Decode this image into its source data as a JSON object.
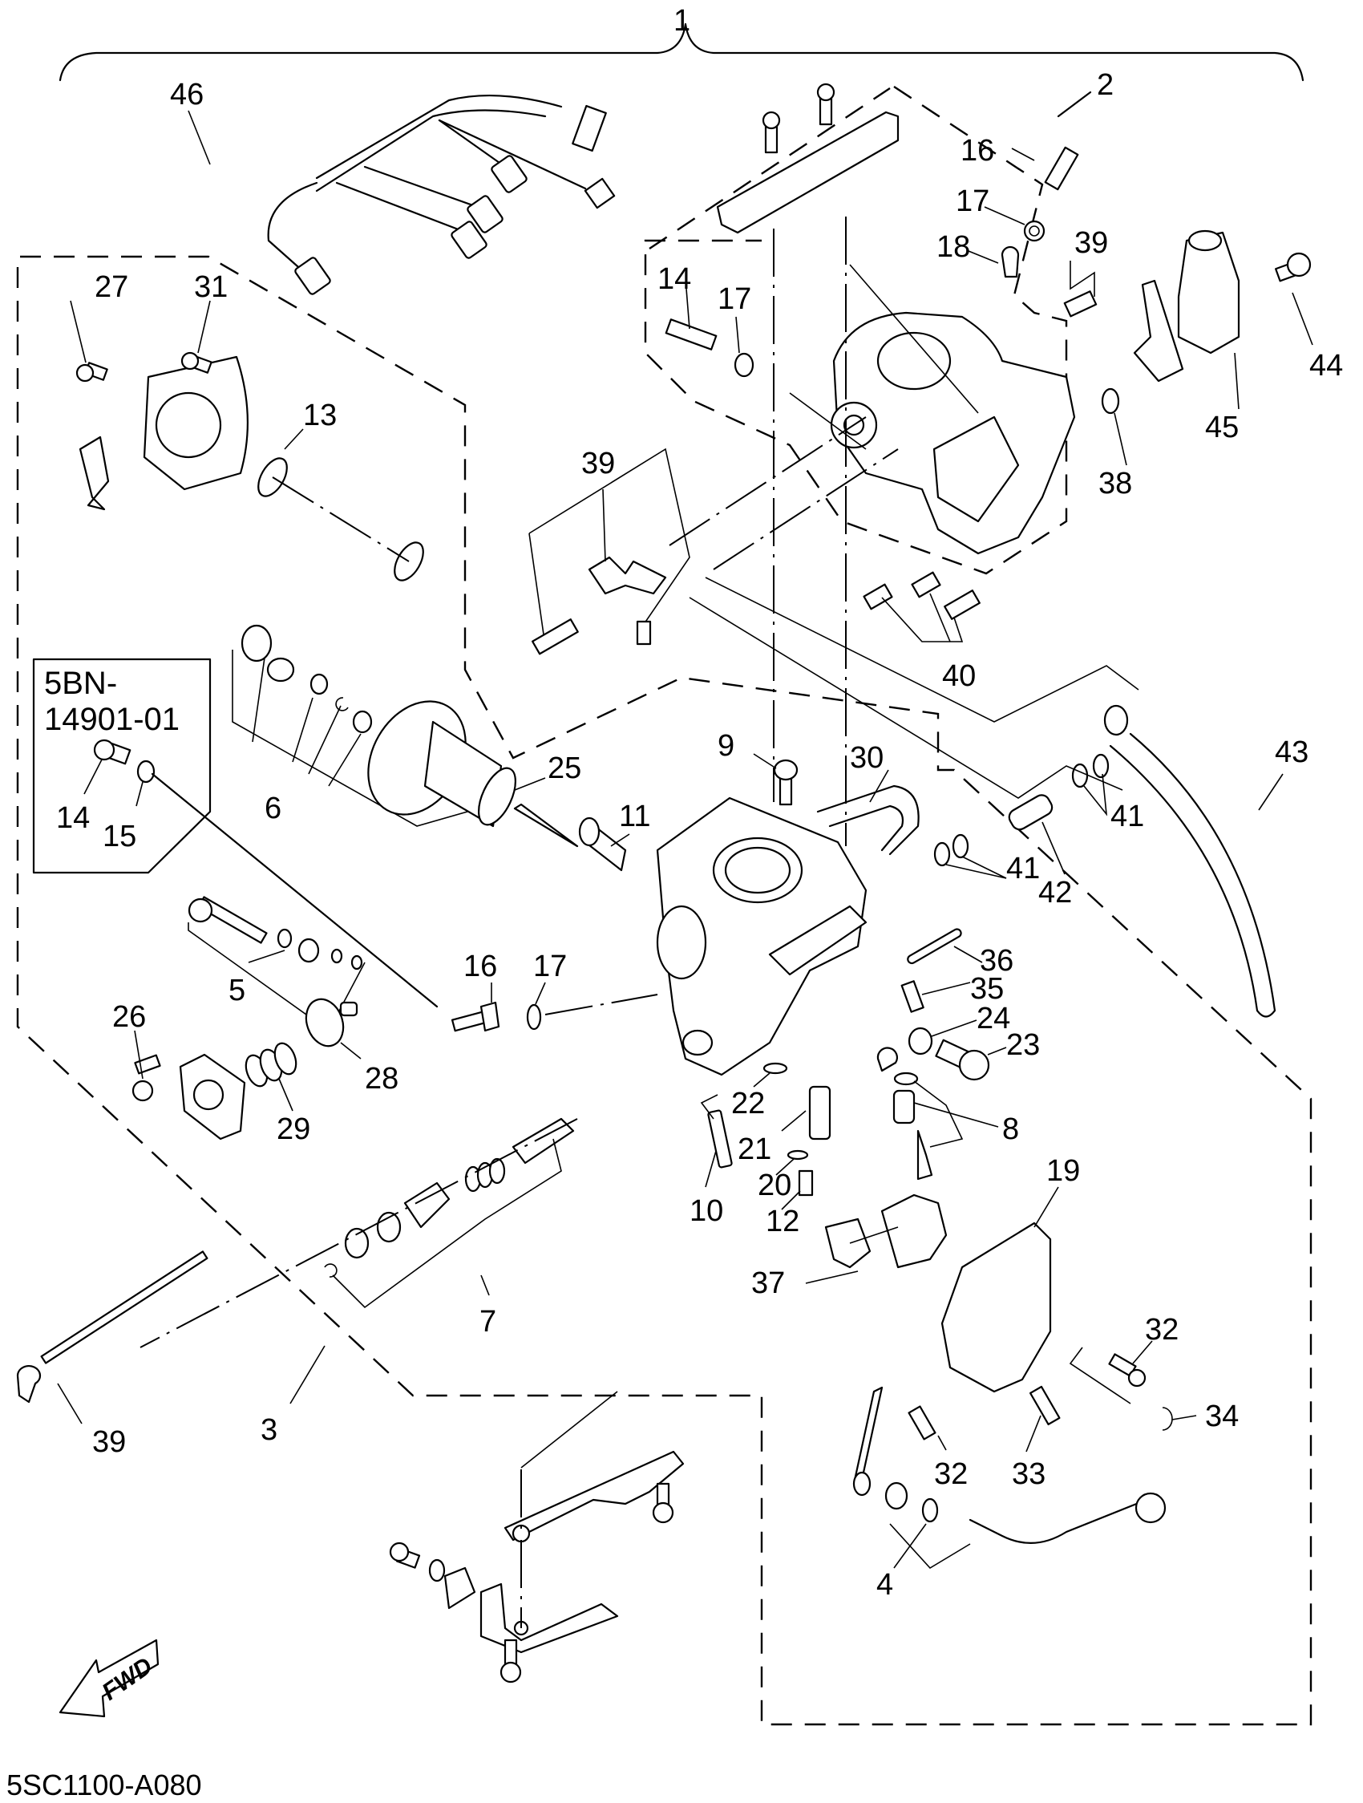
{
  "diagram": {
    "title": "Carburetor exploded parts diagram",
    "diagram_code": "5SC1100-A080",
    "direction_marker": "FWD",
    "kit_box": {
      "part_number_line1": "5BN-",
      "part_number_line2": "14901-01",
      "contents": [
        "14",
        "15"
      ]
    },
    "callouts": {
      "c1": "1",
      "c2": "2",
      "c3": "3",
      "c4": "4",
      "c5": "5",
      "c6": "6",
      "c7": "7",
      "c8": "8",
      "c9": "9",
      "c10": "10",
      "c11": "11",
      "c12": "12",
      "c13": "13",
      "c14a": "14",
      "c14b": "14",
      "c15": "15",
      "c16a": "16",
      "c16b": "16",
      "c17a": "17",
      "c17b": "17",
      "c17c": "17",
      "c18": "18",
      "c19": "19",
      "c20": "20",
      "c21": "21",
      "c22": "22",
      "c23": "23",
      "c24": "24",
      "c25": "25",
      "c26": "26",
      "c27": "27",
      "c28": "28",
      "c29": "29",
      "c30": "30",
      "c31": "31",
      "c32a": "32",
      "c32b": "32",
      "c33": "33",
      "c34": "34",
      "c35": "35",
      "c36": "36",
      "c37": "37",
      "c38": "38",
      "c39a": "39",
      "c39b": "39",
      "c39c": "39",
      "c40": "40",
      "c41a": "41",
      "c41b": "41",
      "c42": "42",
      "c43": "43",
      "c44": "44",
      "c45": "45",
      "c46": "46"
    },
    "part_numbers_listed": [
      "1",
      "2",
      "3",
      "4",
      "5",
      "6",
      "7",
      "8",
      "9",
      "10",
      "11",
      "12",
      "13",
      "14",
      "15",
      "16",
      "17",
      "18",
      "19",
      "20",
      "21",
      "22",
      "23",
      "24",
      "25",
      "26",
      "27",
      "28",
      "29",
      "30",
      "31",
      "32",
      "33",
      "34",
      "35",
      "36",
      "37",
      "38",
      "39",
      "40",
      "41",
      "42",
      "43",
      "44",
      "45",
      "46"
    ]
  }
}
